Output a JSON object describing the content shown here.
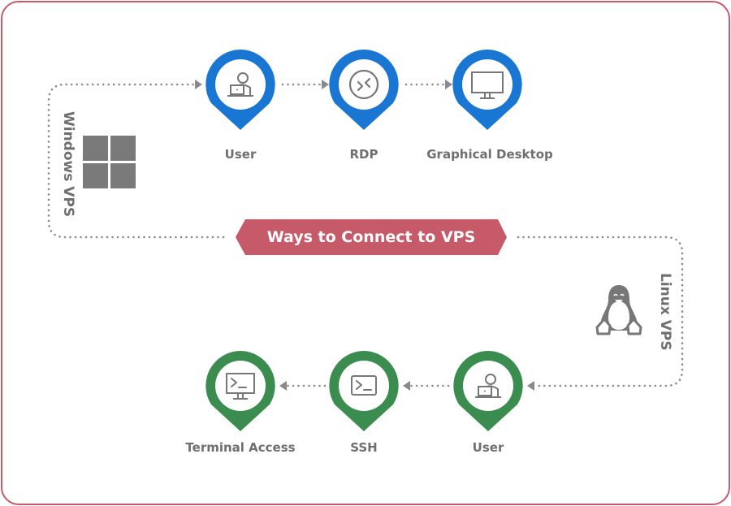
{
  "title": "Ways to Connect to VPS",
  "colors": {
    "border": "#c65a68",
    "banner": "#c65a68",
    "windows_pin": "#1976d2",
    "linux_pin": "#3a8d4f",
    "icon_gray": "#777777",
    "connector_gray": "#8a8a8a"
  },
  "windows": {
    "label": "Windows VPS",
    "logo_icon": "windows-logo-icon",
    "steps": [
      {
        "label": "User",
        "icon": "user-laptop-icon"
      },
      {
        "label": "RDP",
        "icon": "remote-desktop-icon"
      },
      {
        "label": "Graphical Desktop",
        "icon": "monitor-icon"
      }
    ]
  },
  "linux": {
    "label": "Linux VPS",
    "logo_icon": "tux-penguin-icon",
    "steps": [
      {
        "label": "User",
        "icon": "user-laptop-icon"
      },
      {
        "label": "SSH",
        "icon": "terminal-icon"
      },
      {
        "label": "Terminal Access",
        "icon": "terminal-monitor-icon"
      }
    ]
  }
}
